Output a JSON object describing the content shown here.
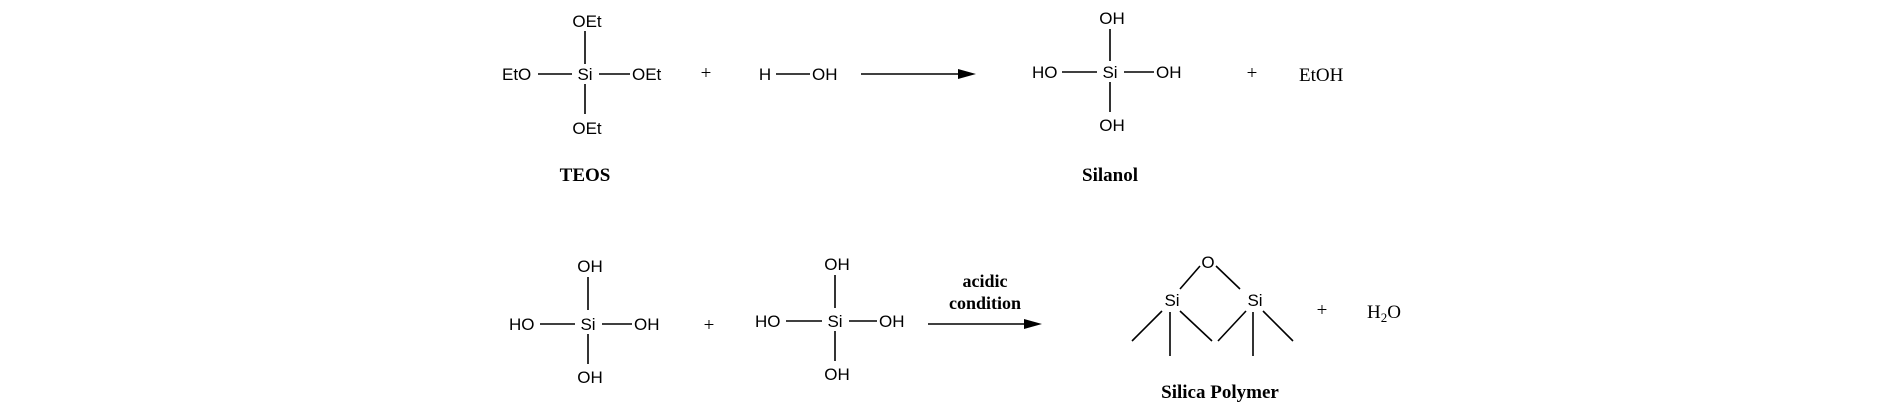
{
  "reaction1": {
    "teos": {
      "top": "OEt",
      "left": "EtO",
      "center": "Si",
      "right": "OEt",
      "bottom": "OEt",
      "label": "TEOS"
    },
    "plus1": "+",
    "water": {
      "h": "H",
      "oh": "OH"
    },
    "silanol": {
      "top": "OH",
      "left": "HO",
      "center": "Si",
      "right": "OH",
      "bottom": "OH",
      "label": "Silanol"
    },
    "plus2": "+",
    "ethanol": "EtOH"
  },
  "reaction2": {
    "silanol_a": {
      "top": "OH",
      "left": "HO",
      "center": "Si",
      "right": "OH",
      "bottom": "OH"
    },
    "plus1": "+",
    "silanol_b": {
      "top": "OH",
      "left": "HO",
      "center": "Si",
      "right": "OH",
      "bottom": "OH"
    },
    "condition_line1": "acidic",
    "condition_line2": "condition",
    "polymer": {
      "oxygen": "O",
      "si_left": "Si",
      "si_right": "Si",
      "label": "Silica Polymer"
    },
    "plus2": "+",
    "water_product": {
      "h": "H",
      "sub": "2",
      "o": "O"
    }
  }
}
